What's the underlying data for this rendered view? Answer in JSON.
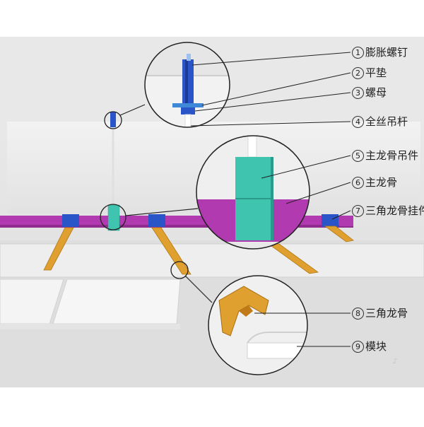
{
  "labels": [
    {
      "num": "1",
      "text": "膨胀螺钉"
    },
    {
      "num": "2",
      "text": "平垫"
    },
    {
      "num": "3",
      "text": "螺母"
    },
    {
      "num": "4",
      "text": "全丝吊杆"
    },
    {
      "num": "5",
      "text": "主龙骨吊件"
    },
    {
      "num": "6",
      "text": "主龙骨"
    },
    {
      "num": "7",
      "text": "三角龙骨挂件"
    },
    {
      "num": "8",
      "text": "三角龙骨"
    },
    {
      "num": "9",
      "text": "模块"
    }
  ],
  "colors": {
    "main_keel": "#b23ab0",
    "hanger": "#3fc4b0",
    "screw": "#2a55c8",
    "triangle_keel": "#e0a030",
    "ceiling": "#e6e6e6",
    "panel": "#f3f3f3"
  },
  "watermark": "⑀"
}
